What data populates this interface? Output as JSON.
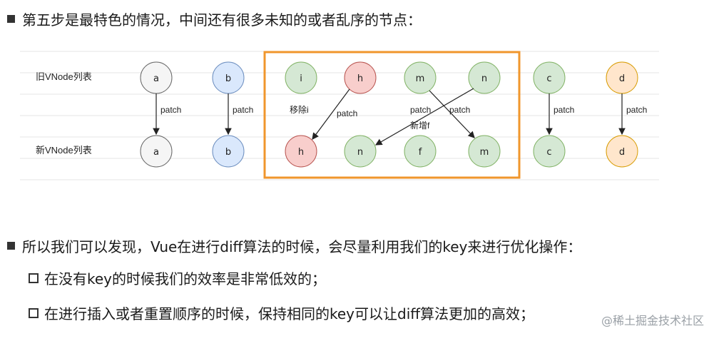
{
  "heading_top": "第五步是最特色的情况，中间还有很多未知的或者乱序的节点：",
  "diagram": {
    "old_label": "旧VNode列表",
    "new_label": "新VNode列表",
    "old_nodes": [
      "a",
      "b",
      "i",
      "h",
      "m",
      "n",
      "c",
      "d"
    ],
    "new_nodes": [
      "a",
      "b",
      "h",
      "n",
      "f",
      "m",
      "c",
      "d"
    ],
    "edge_label": "patch",
    "remove_label": "移除i",
    "add_label": "新增f",
    "colors": {
      "gray_fill": "#f5f5f5",
      "gray_stroke": "#666666",
      "blue_fill": "#dae8fc",
      "blue_stroke": "#6c8ebf",
      "green_fill": "#d5e8d4",
      "green_stroke": "#82b366",
      "red_fill": "#f8cecc",
      "red_stroke": "#b85450",
      "orange_fill": "#ffe6cc",
      "orange_stroke": "#d79b00",
      "frame": "#f0962c"
    }
  },
  "heading_bottom": "所以我们可以发现，Vue在进行diff算法的时候，会尽量利用我们的key来进行优化操作：",
  "sub_items": [
    "在没有key的时候我们的效率是非常低效的；",
    "在进行插入或者重置顺序的时候，保持相同的key可以让diff算法更加的高效；"
  ],
  "watermark": "@稀土掘金技术社区"
}
